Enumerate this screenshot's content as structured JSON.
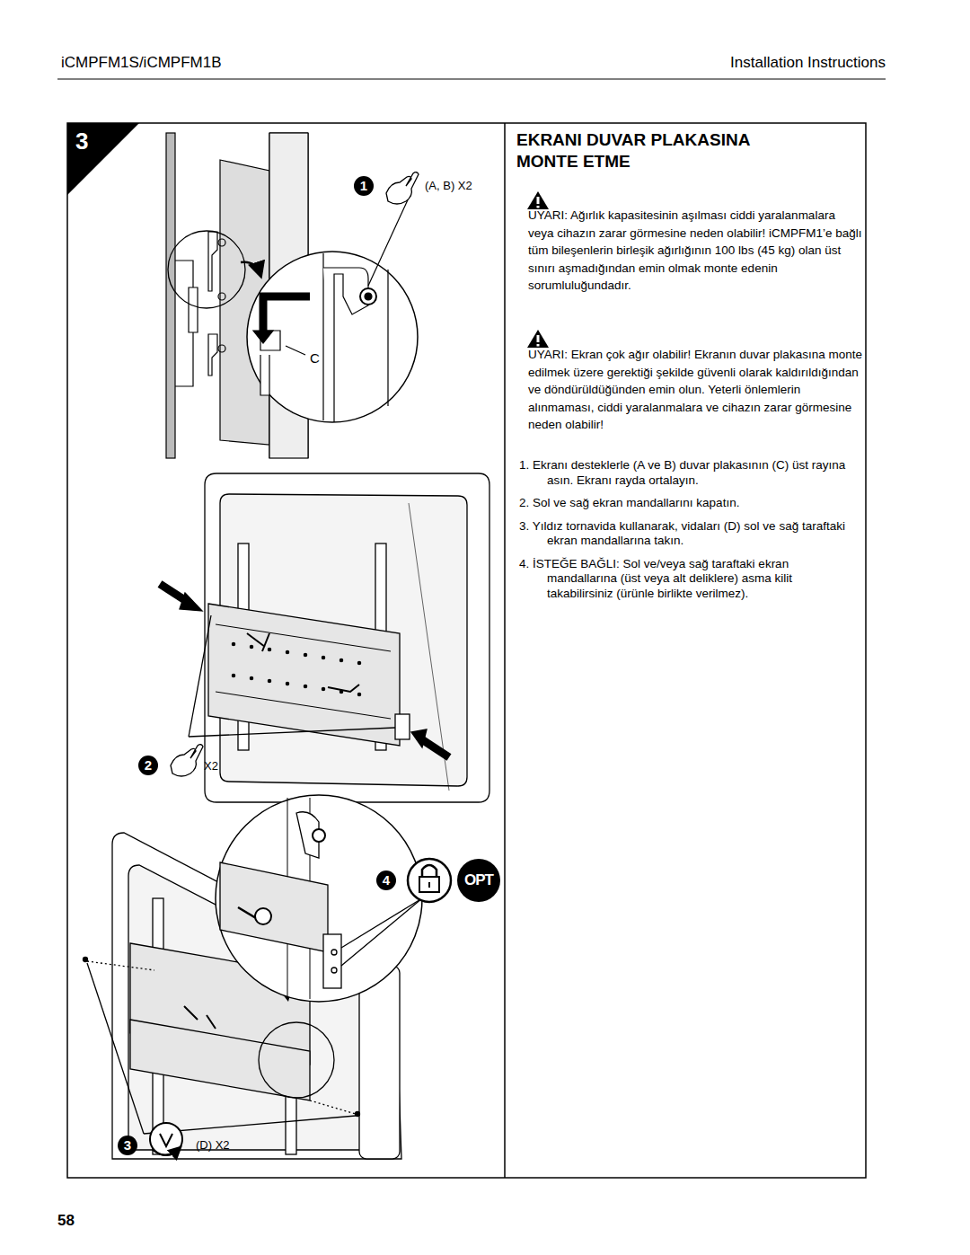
{
  "diagram": {
    "nodes": [
      {
        "text": [
          "EKRANI DUVAR PLAKASINA MONTE ETME",
          "UYARI: Ağırlık kapasitesinin aşılması ciddi yaralanmalara veya cihazın zarar görmesine neden olabilir! iCMPFM1’e bağlı tüm bileşenlerin birleşik ağırlığının 100 lbs (45 kg) olan üst sınırı aşmadığından emin olmak monte edenin sorumluluğundadır.",
          "UYARI: Ekran çok ağır olabilir! Ekranın duvar plakasına monte edilmek üzere gerektiği şekilde güvenli olarak kaldırıldığından ve döndürüldüğünden emin olun. Yeterli önlemlerin alınmaması, ciddi yaralanmalara ve cihazın zarar görmesine neden olabilir!",
          "1. Ekranı desteklerle (A ve B) duvar plakasının (C) üst rayına asın. Ekranı rayda ortalayın.",
          "2. Sol ve sağ ekran mandallarını kapatın.",
          "3. Yıldız tornavida kullanarak, vidaları (D) sol ve sağ taraftaki ekran mandallarına takın.",
          "4. İSTEĞE BAĞLI: Sol ve/veya sağ taraftaki ekran mandallarına (üst veya alt deliklere) asma kilit takabilirsiniz (ürünle birlikte verilmez)."
        ]
      }
    ],
    "labels": [
      "iCMPFM1S/iCMPFM1B",
      "Installation Instructions",
      "3",
      "1",
      "(A, B) X2",
      "C",
      "2",
      "X2",
      "4",
      "OPT",
      "3",
      "(D) X2",
      "58"
    ]
  }
}
